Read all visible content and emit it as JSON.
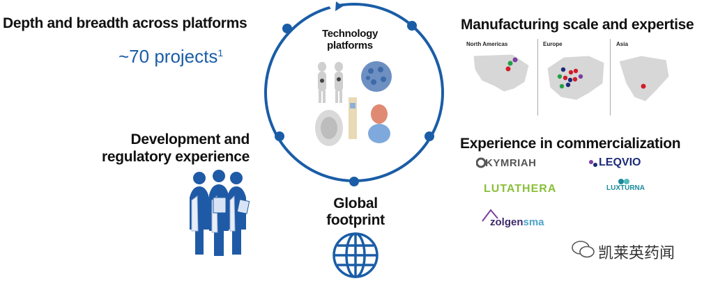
{
  "left": {
    "heading": "Depth and breadth across platforms",
    "projects": "~70 projects",
    "projects_sup": "1",
    "dev_line1": "Development and",
    "dev_line2": "regulatory experience"
  },
  "center": {
    "tech_line1": "Technology",
    "tech_line2": "platforms",
    "global_line1": "Global",
    "global_line2": "footprint"
  },
  "right": {
    "manufacturing": "Manufacturing scale and expertise",
    "maps": [
      "North Americas",
      "Europe",
      "Asia"
    ],
    "commercialization": "Experience in commercialization"
  },
  "brands": {
    "kymriah": "KYMRIAH",
    "leqvio": "LEQVIO",
    "lutathera": "LUTATHERA",
    "luxturna": "LUXTURNA",
    "zolgensma_a": "zolgen",
    "zolgensma_b": "sma"
  },
  "watermark": "凯莱英药闻",
  "colors": {
    "accent": "#1a5da6"
  }
}
